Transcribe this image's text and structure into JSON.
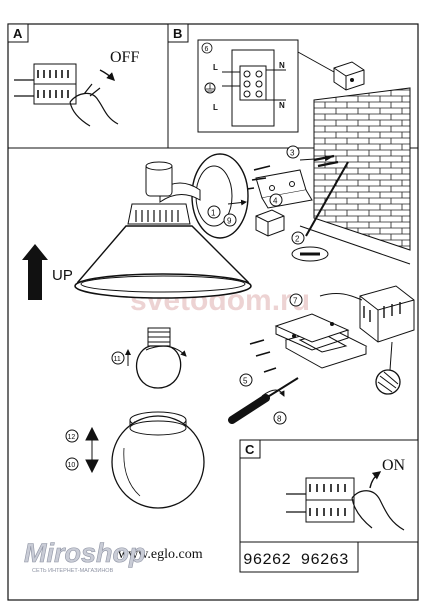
{
  "panels": {
    "a": {
      "letter": "A",
      "switch_text": "OFF"
    },
    "b": {
      "letter": "B"
    },
    "c": {
      "letter": "C",
      "switch_text": "ON"
    }
  },
  "steps": [
    "1",
    "2",
    "3",
    "4",
    "5",
    "6",
    "7",
    "8",
    "9",
    "10",
    "11",
    "12"
  ],
  "wiring": {
    "live": "L",
    "neutral": "N"
  },
  "up_label": "UP",
  "watermark": "svetodom.ru",
  "website": "www.eglo.com",
  "model_numbers": "96262  96263",
  "miroshop": {
    "name": "Miroshop",
    "tagline": "СЕТЬ ИНТЕРНЕТ-МАГАЗИНОВ"
  },
  "colors": {
    "ink": "#111111",
    "watermark": "#e9c9c9",
    "miroshop": "#c9ccd6"
  }
}
